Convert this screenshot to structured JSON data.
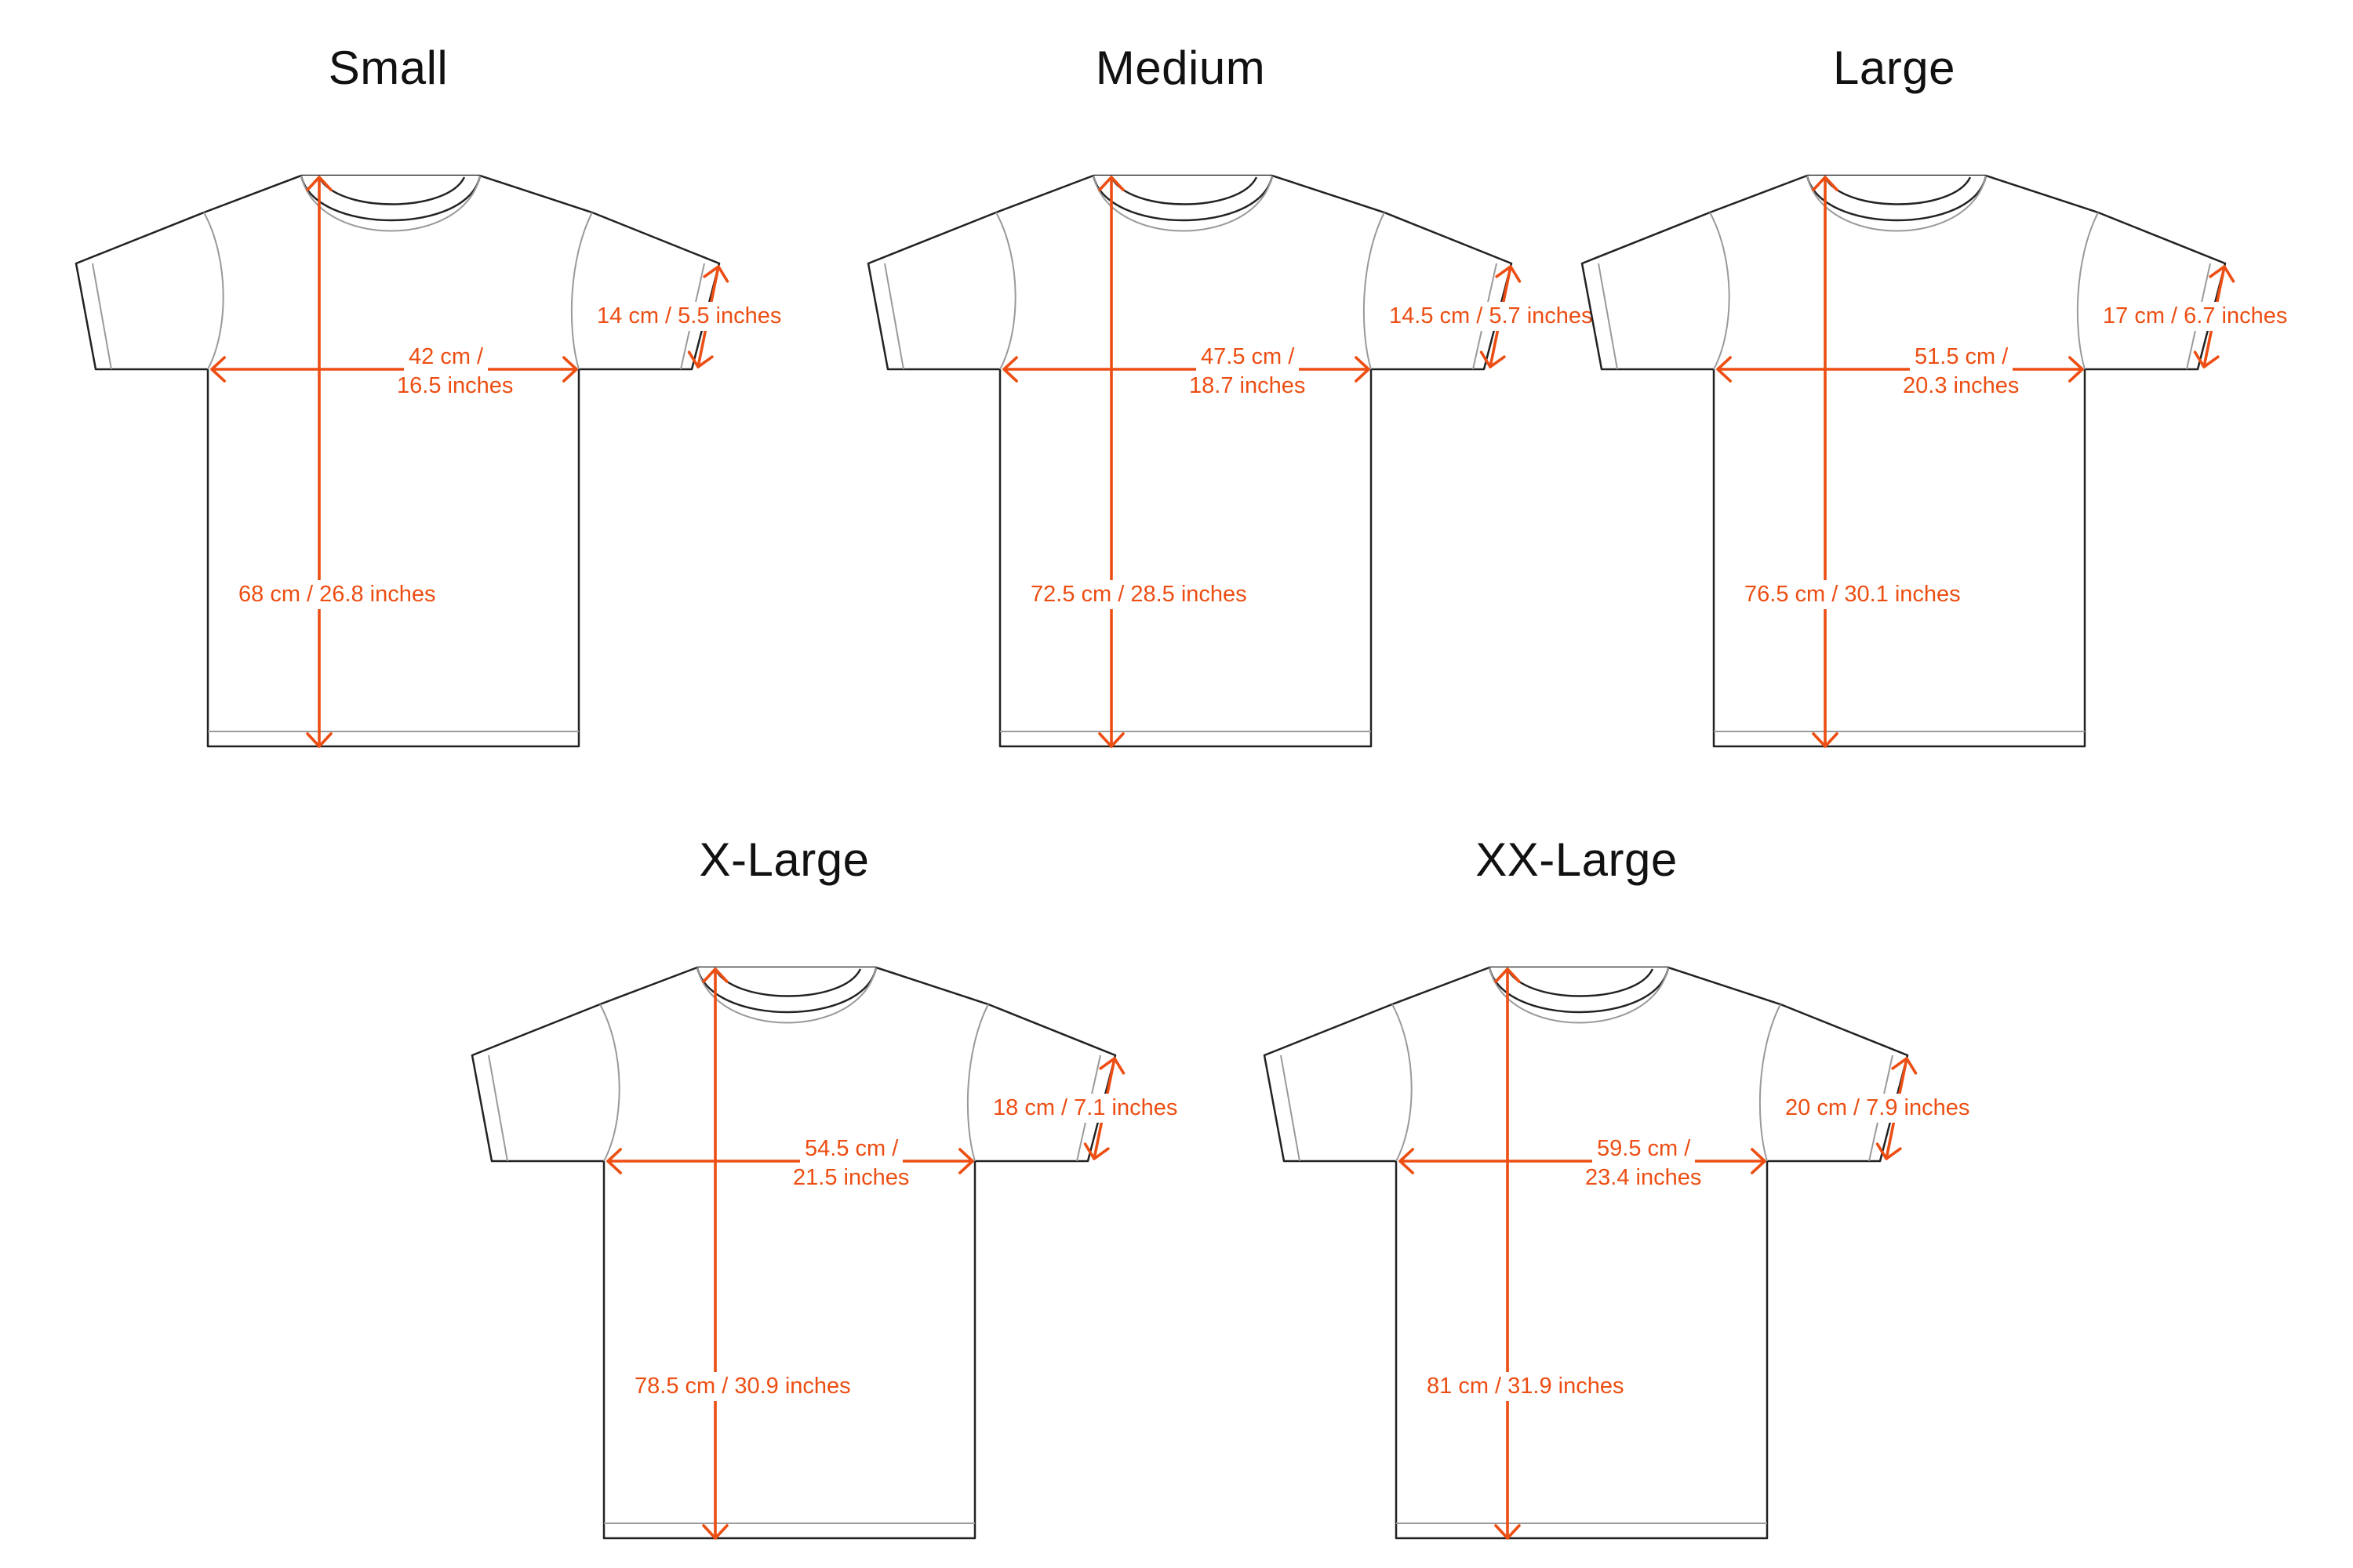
{
  "accent_color": "#ec4e13",
  "sizes": [
    {
      "name": "Small",
      "length": "68 cm / 26.8 inches",
      "chest_line1": "42 cm /",
      "chest_line2": "16.5 inches",
      "sleeve": "14 cm / 5.5 inches"
    },
    {
      "name": "Medium",
      "length": "72.5 cm / 28.5 inches",
      "chest_line1": "47.5 cm /",
      "chest_line2": "18.7 inches",
      "sleeve": "14.5 cm / 5.7 inches"
    },
    {
      "name": "Large",
      "length": "76.5 cm / 30.1 inches",
      "chest_line1": "51.5 cm /",
      "chest_line2": "20.3 inches",
      "sleeve": "17 cm / 6.7 inches"
    },
    {
      "name": "X-Large",
      "length": "78.5 cm / 30.9 inches",
      "chest_line1": "54.5 cm /",
      "chest_line2": "21.5 inches",
      "sleeve": "18 cm / 7.1 inches"
    },
    {
      "name": "XX-Large",
      "length": "81 cm / 31.9 inches",
      "chest_line1": "59.5 cm /",
      "chest_line2": "23.4 inches",
      "sleeve": "20 cm / 7.9 inches"
    }
  ]
}
